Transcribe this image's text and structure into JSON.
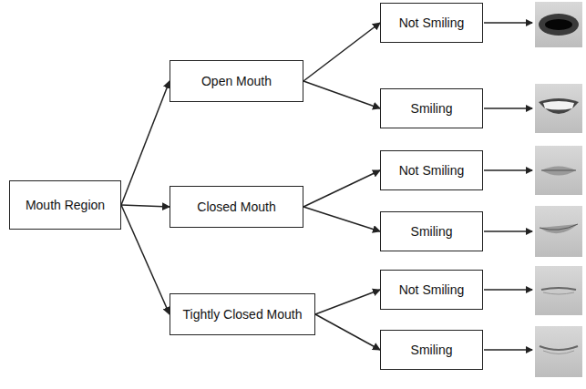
{
  "diagram": {
    "nodes": [
      {
        "text": [
          "Mouth Region"
        ]
      },
      {
        "text": [
          "Open Mouth"
        ]
      },
      {
        "text": [
          "Not Smiling"
        ]
      },
      {
        "text": [
          "Smiling"
        ]
      },
      {
        "text": [
          "Closed Mouth"
        ]
      },
      {
        "text": [
          "Not Smiling"
        ]
      },
      {
        "text": [
          "Smiling"
        ]
      },
      {
        "text": [
          "Tightly Closed Mouth"
        ]
      },
      {
        "text": [
          "Not Smiling"
        ]
      },
      {
        "text": [
          "Smiling"
        ]
      }
    ],
    "edges": [
      {
        "from": 0,
        "to": 1,
        "arrow": "to"
      },
      {
        "from": 0,
        "to": 4,
        "arrow": "to"
      },
      {
        "from": 0,
        "to": 7,
        "arrow": "to"
      },
      {
        "from": 1,
        "to": 2,
        "arrow": "to"
      },
      {
        "from": 1,
        "to": 3,
        "arrow": "to"
      },
      {
        "from": 4,
        "to": 5,
        "arrow": "to"
      },
      {
        "from": 4,
        "to": 6,
        "arrow": "to"
      },
      {
        "from": 7,
        "to": 8,
        "arrow": "to"
      },
      {
        "from": 7,
        "to": 9,
        "arrow": "to"
      }
    ]
  }
}
